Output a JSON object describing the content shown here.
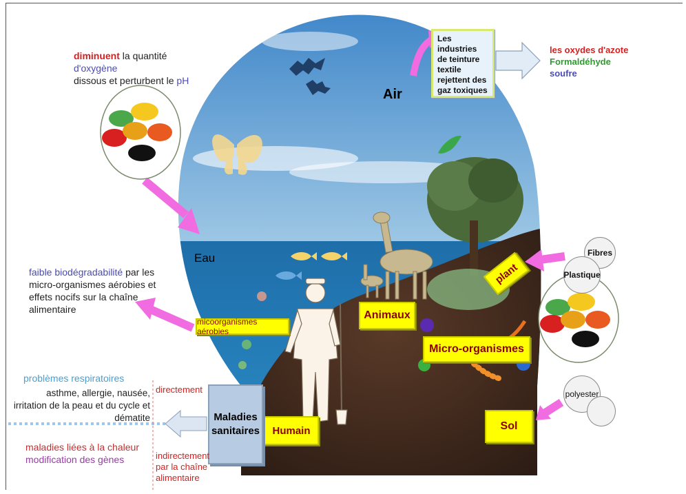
{
  "oxygen_note": {
    "line1_red": "diminuent",
    "line1_black": " la quantité ",
    "line1_blue": "d'oxygène",
    "line2_black": "dissous et perturbent le ",
    "line2_blue": "pH"
  },
  "industries_box": {
    "text": "Les industries de teinture textile rejettent des gaz toxiques"
  },
  "gases": {
    "item1": "les oxydes d'azote",
    "item2": "Formaldéhyde",
    "item3": "soufre"
  },
  "labels": {
    "air": "Air",
    "eau": "Eau"
  },
  "biodeg_note": {
    "blue": "faible biodégradabilité",
    "black": " par les micro-organismes aérobies et effets nocifs sur la chaîne alimentaire"
  },
  "boxes": {
    "microorg_aero": "micoorganismes aérobies",
    "animaux": "Animaux",
    "micro_organismes": "Micro-organismes",
    "humain": "Humain",
    "sol": "Sol",
    "plant": "plant",
    "maladies": "Maladies sanitaires"
  },
  "materials": {
    "fibres": "Fibres",
    "plastique": "Plastique",
    "polyester": "polyester"
  },
  "health": {
    "title": "problèmes respiratoires",
    "detail": "asthme, allergie, nausée, irritation de la peau et du cycle et dématite",
    "heat": "maladies liées à la chaleur",
    "genes": "modification des gènes",
    "direct": "directement",
    "indirect": "indirectement par la chaîne alimentaire"
  },
  "colors": {
    "red": "#d32020",
    "blue": "#4b4bb5",
    "green": "#2e9b2e",
    "yellow": "#ffff00",
    "magenta": "#f06ce0",
    "dark_red": "#8b0000",
    "light_blue": "#5aa8d8"
  }
}
